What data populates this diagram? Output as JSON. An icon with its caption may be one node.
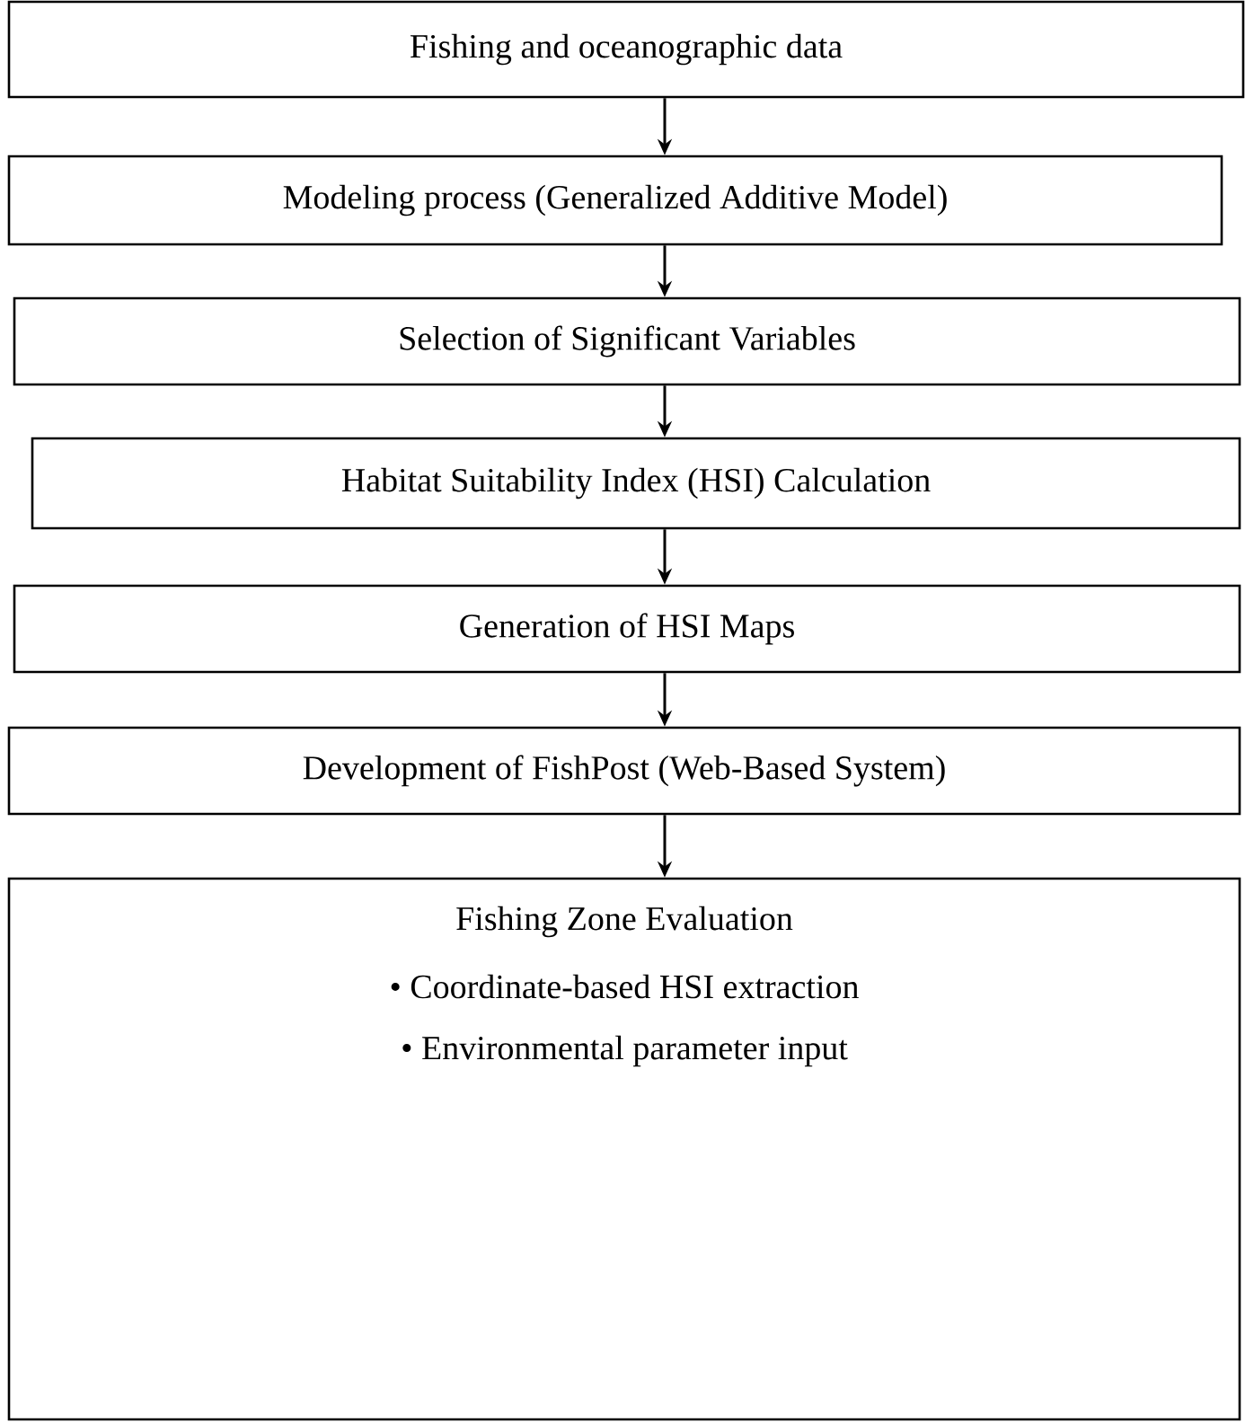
{
  "diagram": {
    "nodes": [
      {
        "text": [
          "Fishing and oceanographic data"
        ]
      },
      {
        "text": [
          "Modeling process (Generalized Additive Model)"
        ]
      },
      {
        "text": [
          "Selection of Significant Variables"
        ]
      },
      {
        "text": [
          "Habitat Suitability Index (HSI) Calculation"
        ]
      },
      {
        "text": [
          "Generation of HSI Maps"
        ]
      },
      {
        "text": [
          "Development of FishPost (Web-Based System)"
        ]
      },
      {
        "text": [
          "Fishing Zone Evaluation",
          "• Coordinate-based HSI extraction",
          "• Environmental parameter input"
        ]
      }
    ],
    "edges": [
      {
        "from": 0,
        "to": 1,
        "arrow": "to"
      },
      {
        "from": 1,
        "to": 2,
        "arrow": "to"
      },
      {
        "from": 2,
        "to": 3,
        "arrow": "to"
      },
      {
        "from": 3,
        "to": 4,
        "arrow": "to"
      },
      {
        "from": 4,
        "to": 5,
        "arrow": "to"
      },
      {
        "from": 5,
        "to": 6,
        "arrow": "to"
      }
    ]
  }
}
